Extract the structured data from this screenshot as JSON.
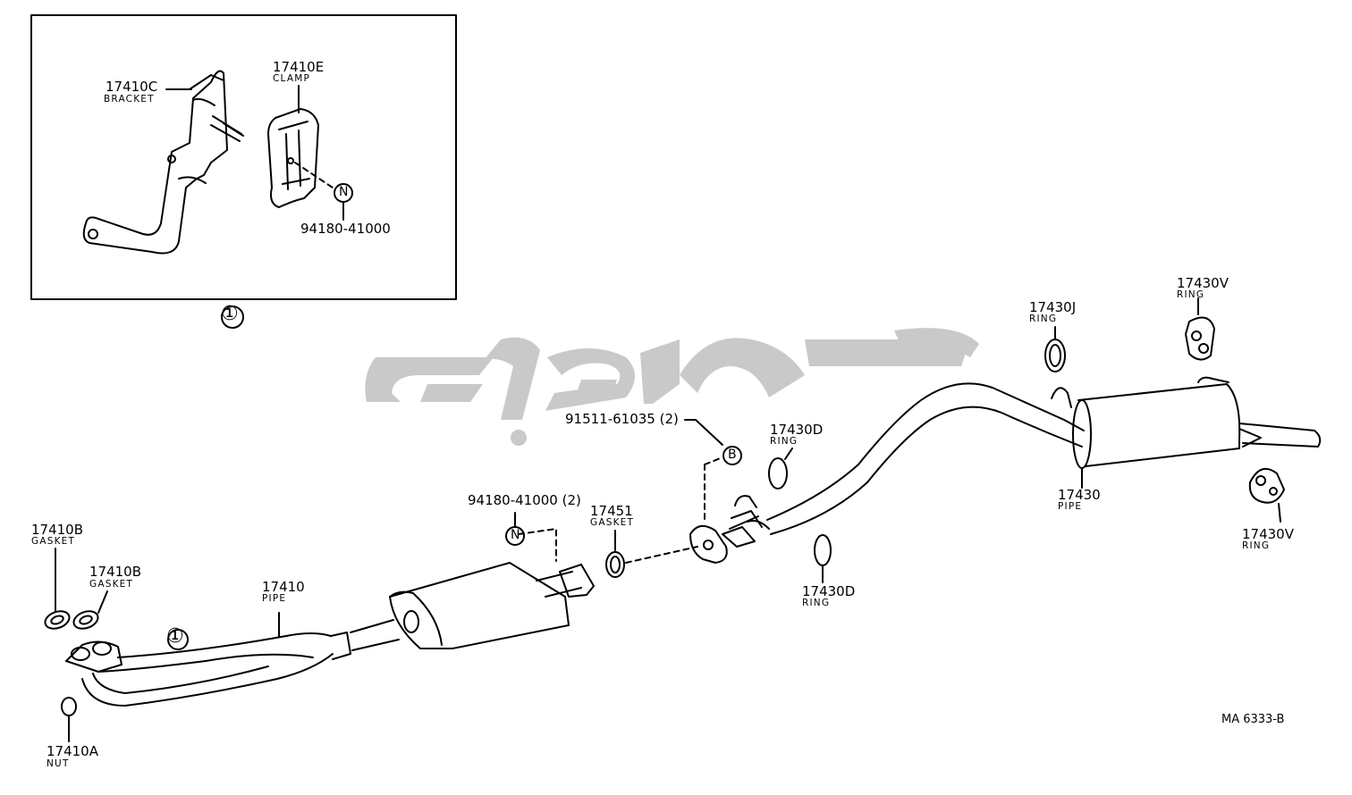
{
  "inset": {
    "bracket": {
      "part": "17410C",
      "name": "BRACKET"
    },
    "clamp": {
      "part": "17410E",
      "name": "CLAMP"
    },
    "nut_symbol": "N",
    "nut_part": "94180-41000",
    "caption": "①"
  },
  "parts": {
    "gasket_b1": {
      "part": "17410B",
      "name": "GASKET"
    },
    "gasket_b2": {
      "part": "17410B",
      "name": "GASKET"
    },
    "nut_a": {
      "part": "17410A",
      "name": "NUT"
    },
    "pipe_front": {
      "part": "17410",
      "name": "PIPE"
    },
    "detail_ref": "①",
    "nut_qty": {
      "symbol": "N",
      "part": "94180-41000 (2)"
    },
    "gasket_17451": {
      "part": "17451",
      "name": "GASKET"
    },
    "bolt_qty": {
      "symbol": "B",
      "part": "91511-61035 (2)"
    },
    "ring_d1": {
      "part": "17430D",
      "name": "RING"
    },
    "ring_d2": {
      "part": "17430D",
      "name": "RING"
    },
    "ring_j": {
      "part": "17430J",
      "name": "RING"
    },
    "ring_v1": {
      "part": "17430V",
      "name": "RING"
    },
    "ring_v2": {
      "part": "17430V",
      "name": "RING"
    },
    "pipe_rear": {
      "part": "17430",
      "name": "PIPE"
    }
  },
  "diagram_code": "MA 6333-B",
  "colors": {
    "line": "#000000",
    "watermark": "#c9c9c9",
    "background": "#ffffff"
  }
}
